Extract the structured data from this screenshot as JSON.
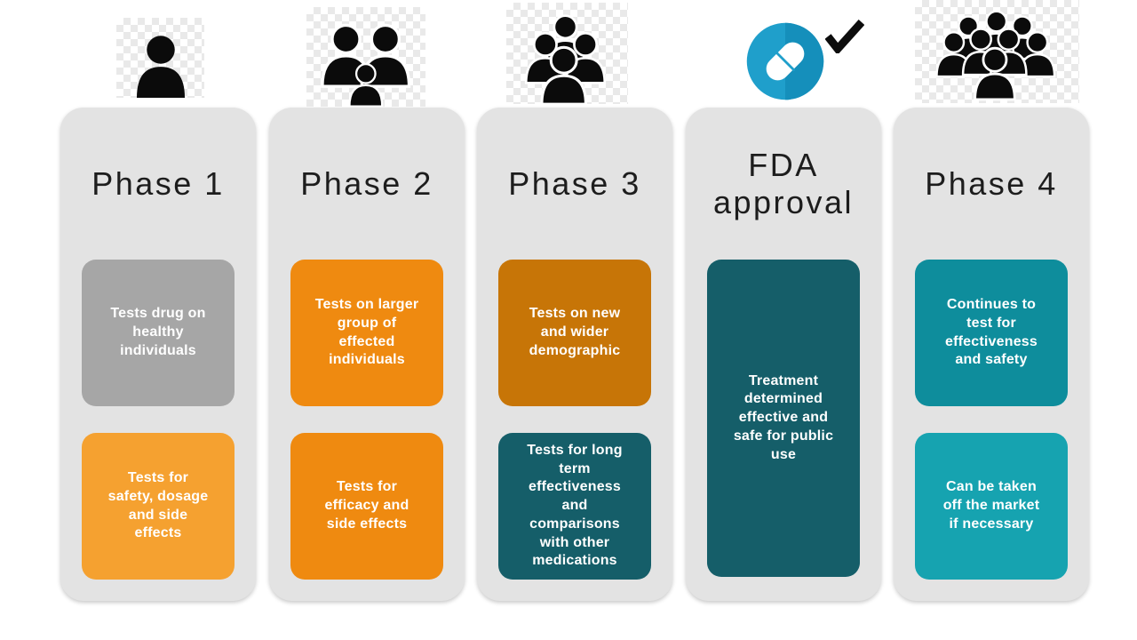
{
  "columns": [
    {
      "title": "Phase 1",
      "icon": "person-icon",
      "cards": [
        {
          "text": "Tests drug on\nhealthy\nindividuals",
          "color": "#a6a6a6"
        },
        {
          "text": "Tests for\nsafety, dosage\nand side\neffects",
          "color": "#f5a130"
        }
      ]
    },
    {
      "title": "Phase 2",
      "icon": "family-icon",
      "cards": [
        {
          "text": "Tests on larger\ngroup of\neffected\nindividuals",
          "color": "#ef8a10"
        },
        {
          "text": "Tests for\nefficacy and\nside effects",
          "color": "#ef8a10"
        }
      ]
    },
    {
      "title": "Phase 3",
      "icon": "group-icon",
      "cards": [
        {
          "text": "Tests on new\nand wider\ndemographic",
          "color": "#c77507"
        },
        {
          "text": "Tests for long\nterm\neffectiveness\nand\ncomparisons\nwith other\nmedications",
          "color": "#155e69"
        }
      ]
    },
    {
      "title": "FDA\napproval",
      "icon": "pill-check-icon",
      "cards": [
        {
          "text": "Treatment\ndetermined\neffective and\nsafe for public\nuse",
          "color": "#155e69"
        }
      ]
    },
    {
      "title": "Phase 4",
      "icon": "crowd-icon",
      "cards": [
        {
          "text": "Continues to\ntest for\neffectiveness\nand safety",
          "color": "#0e8d9c"
        },
        {
          "text": "Can be taken\noff the market\nif necessary",
          "color": "#16a3b0"
        }
      ]
    }
  ],
  "colors": {
    "column_bg": "#e3e3e3",
    "icon_black": "#0b0b0b",
    "icon_outline": "#ffffff",
    "pill_circle_left": "#1f9fcb",
    "pill_circle_right": "#158fbb",
    "pill_body": "#ffffff",
    "checkmark": "#0d0d0d"
  }
}
